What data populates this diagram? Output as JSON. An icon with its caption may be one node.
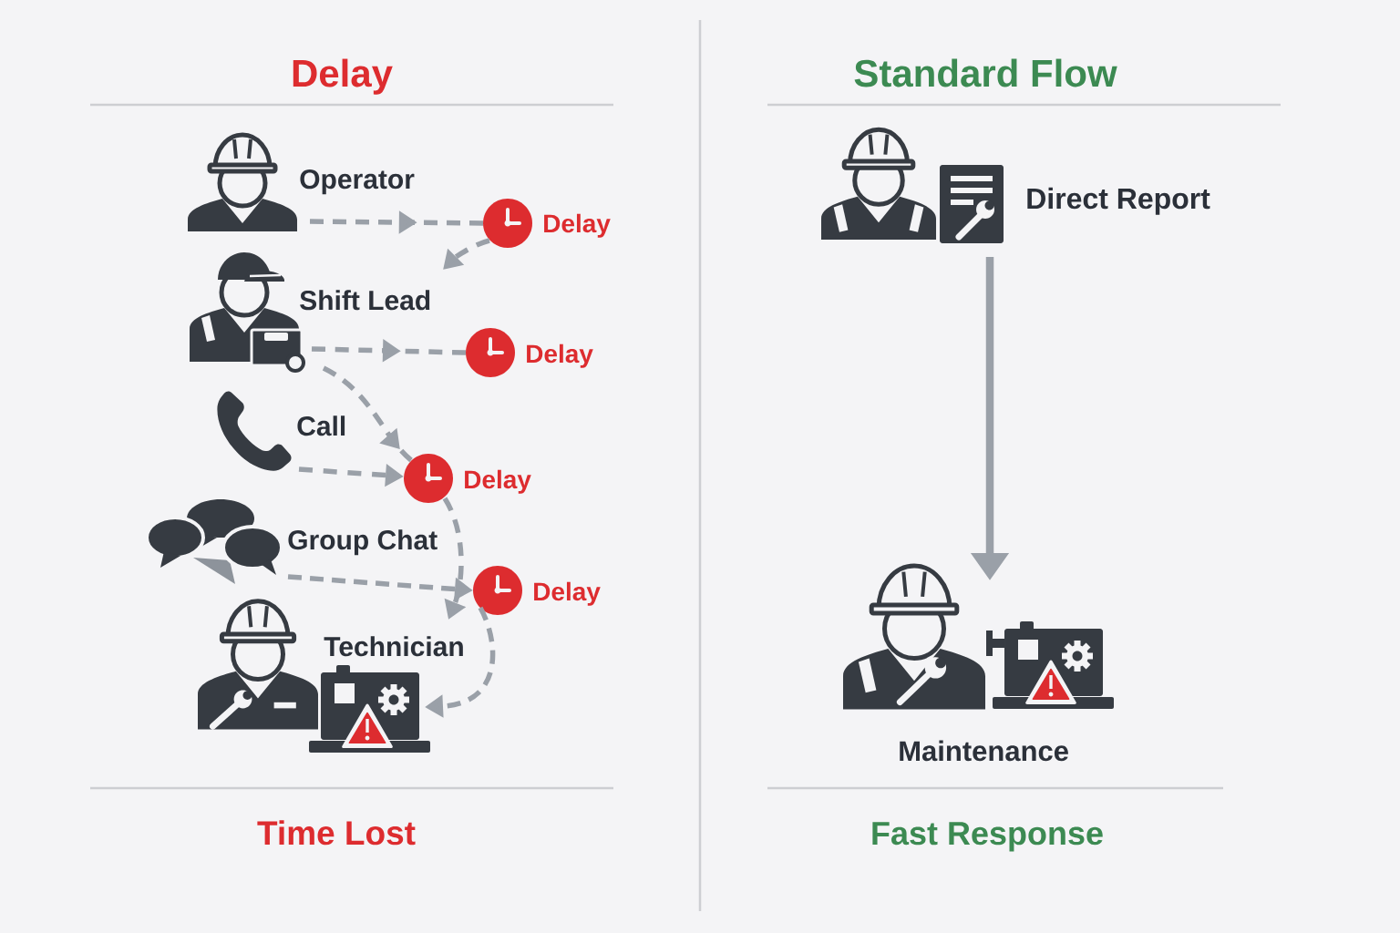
{
  "diagram": {
    "nodes": [
      {
        "text": [
          "Operator"
        ]
      },
      {
        "text": [
          "Delay"
        ]
      },
      {
        "text": [
          "Shift Lead"
        ]
      },
      {
        "text": [
          "Delay"
        ]
      },
      {
        "text": [
          "Call"
        ]
      },
      {
        "text": [
          "Delay"
        ]
      },
      {
        "text": [
          "Group Chat"
        ]
      },
      {
        "text": [
          "Delay"
        ]
      },
      {
        "text": [
          "Technician"
        ]
      },
      {
        "text": [
          "Direct Report"
        ]
      },
      {
        "text": [
          "Maintenance"
        ]
      }
    ],
    "edges": [
      {
        "from": 0,
        "to": 1,
        "arrow": "to",
        "style": "dashed"
      },
      {
        "from": 1,
        "to": 2,
        "arrow": "to",
        "style": "dashed"
      },
      {
        "from": 2,
        "to": 3,
        "arrow": "to",
        "style": "dashed"
      },
      {
        "from": 2,
        "to": 5,
        "arrow": "to",
        "style": "dashed"
      },
      {
        "from": 4,
        "to": 5,
        "arrow": "to",
        "style": "dashed"
      },
      {
        "from": 5,
        "to": 8,
        "arrow": "to",
        "style": "dashed"
      },
      {
        "from": 6,
        "to": 7,
        "arrow": "to",
        "style": "dashed"
      },
      {
        "from": 7,
        "to": 8,
        "arrow": "to",
        "style": "dashed"
      },
      {
        "from": 9,
        "to": 10,
        "arrow": "to"
      }
    ],
    "labels": [
      "Delay",
      "Standard Flow",
      "Time Lost",
      "Fast Response"
    ]
  }
}
